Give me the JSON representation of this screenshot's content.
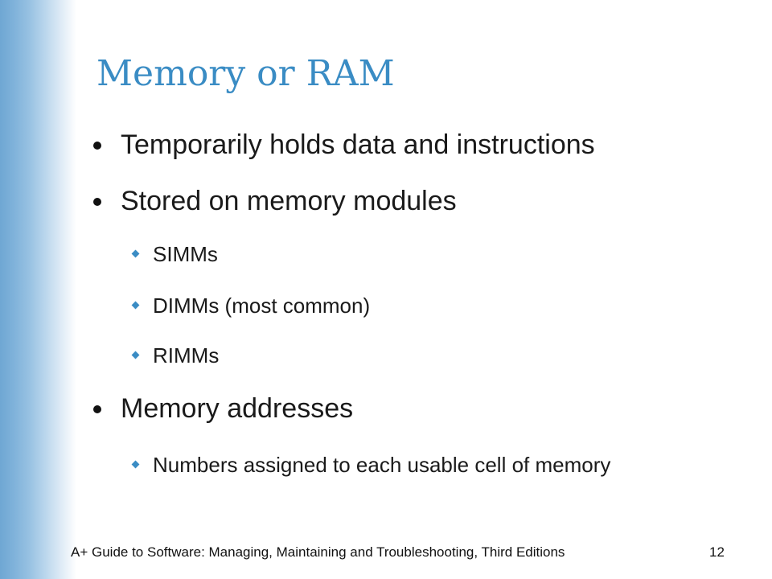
{
  "slide": {
    "title": "Memory or RAM",
    "bullets": [
      {
        "text": "Temporarily holds data and instructions"
      },
      {
        "text": "Stored on memory modules",
        "sub": [
          "SIMMs",
          "DIMMs (most common)",
          "RIMMs"
        ]
      },
      {
        "text": "Memory addresses",
        "sub": [
          "Numbers assigned to each usable cell of memory"
        ]
      }
    ]
  },
  "footer": {
    "text": "A+ Guide to Software: Managing, Maintaining and Troubleshooting, Third Editions",
    "page_number": "12"
  },
  "colors": {
    "title": "#3a8cc4",
    "sub_bullet": "#3a8cc4",
    "left_band": "#6fa7d3"
  }
}
